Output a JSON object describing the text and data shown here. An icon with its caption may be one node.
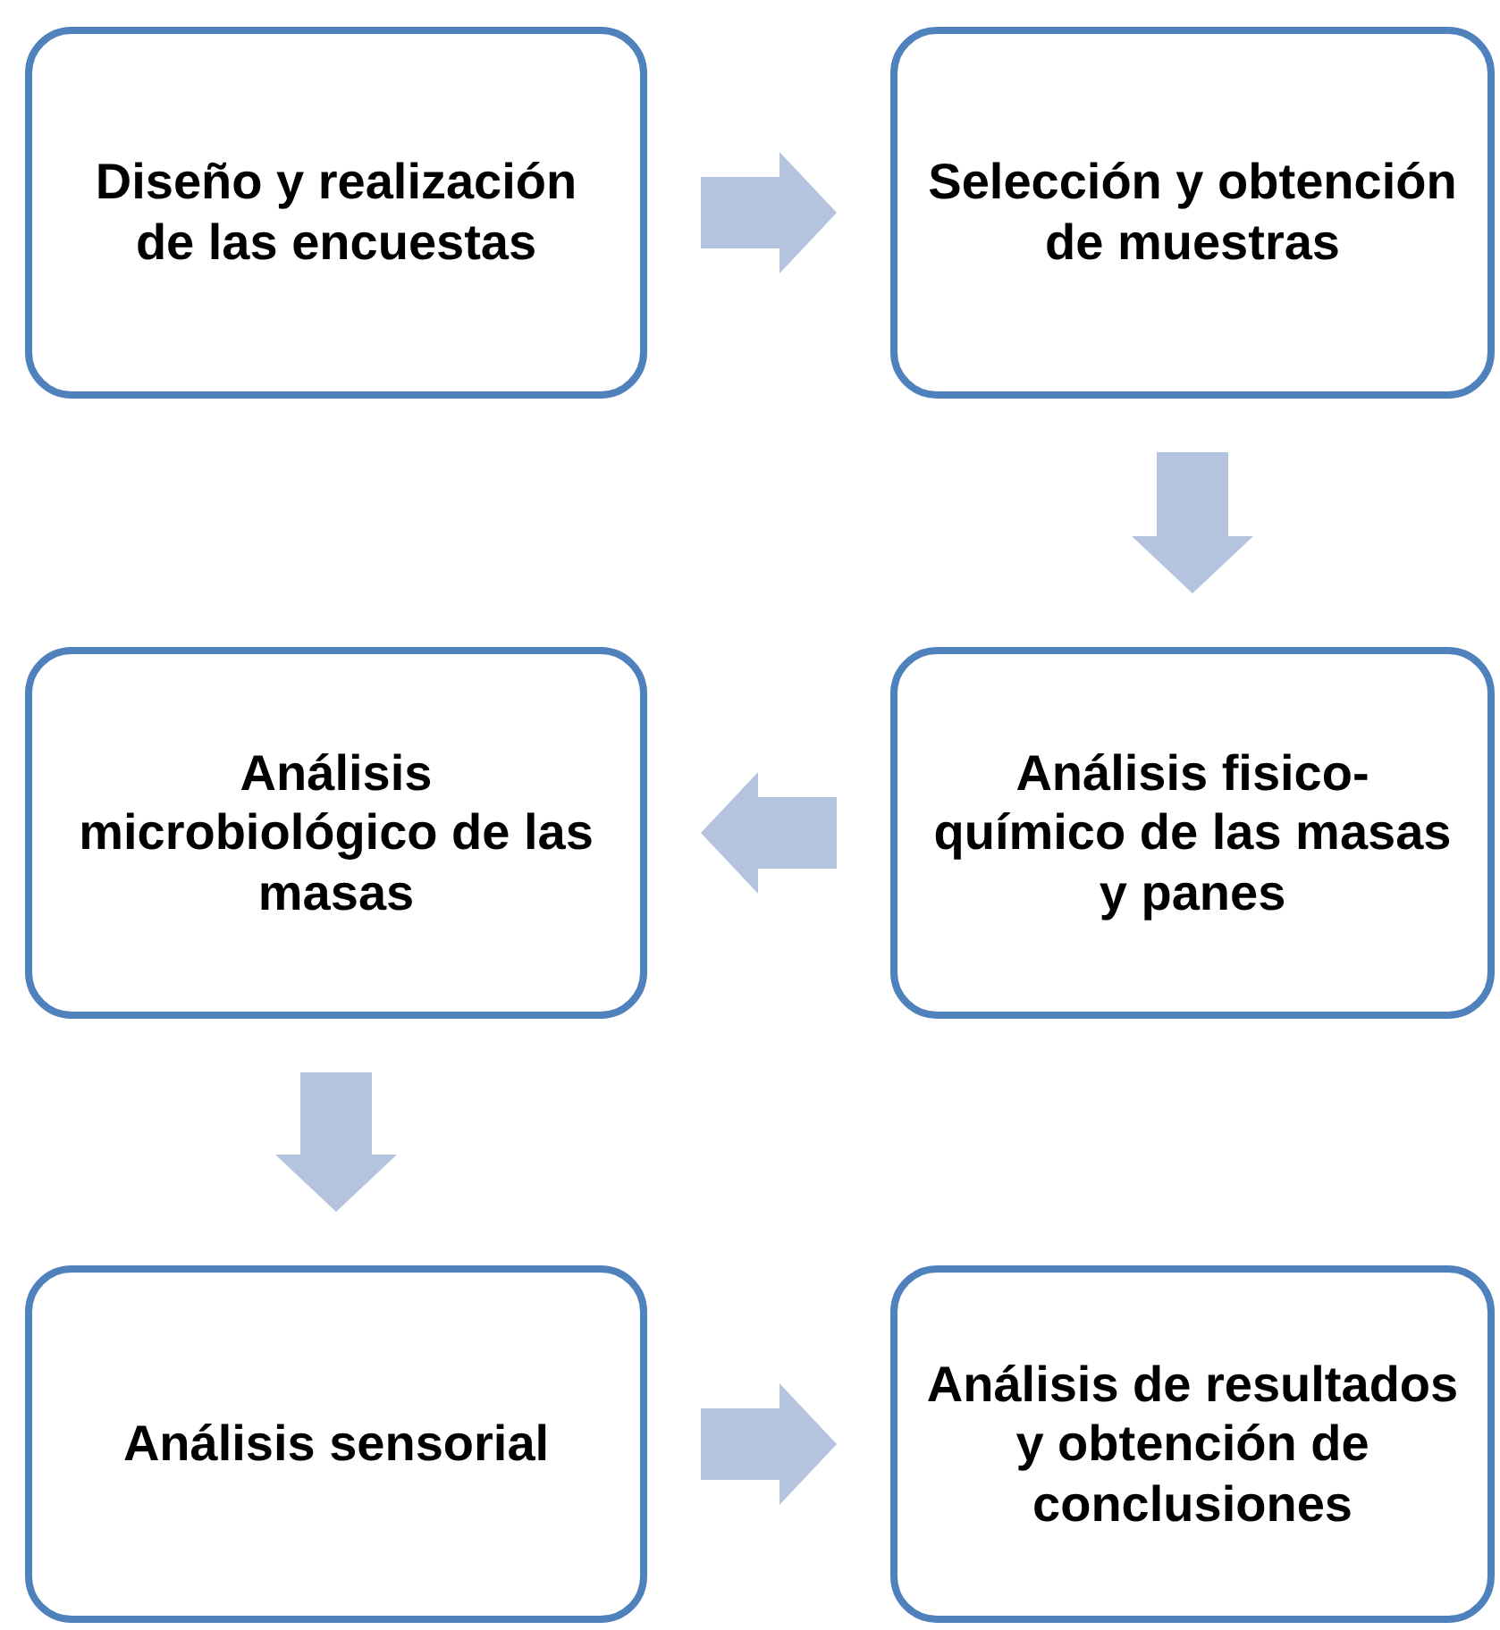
{
  "diagram": {
    "nodes": [
      {
        "text": [
          "Diseño y realización de las encuestas"
        ]
      },
      {
        "text": [
          "Selección y obtención de muestras"
        ]
      },
      {
        "text": [
          "Análisis fisico-químico de las masas y panes"
        ]
      },
      {
        "text": [
          "Análisis microbiológico de las masas"
        ]
      },
      {
        "text": [
          "Análisis sensorial"
        ]
      },
      {
        "text": [
          "Análisis de resultados y obtención de conclusiones"
        ]
      }
    ],
    "edges": [
      {
        "from": 0,
        "to": 1,
        "arrow": "to"
      },
      {
        "from": 1,
        "to": 2,
        "arrow": "to"
      },
      {
        "from": 2,
        "to": 3,
        "arrow": "to"
      },
      {
        "from": 3,
        "to": 4,
        "arrow": "to"
      },
      {
        "from": 4,
        "to": 5,
        "arrow": "to"
      }
    ]
  }
}
